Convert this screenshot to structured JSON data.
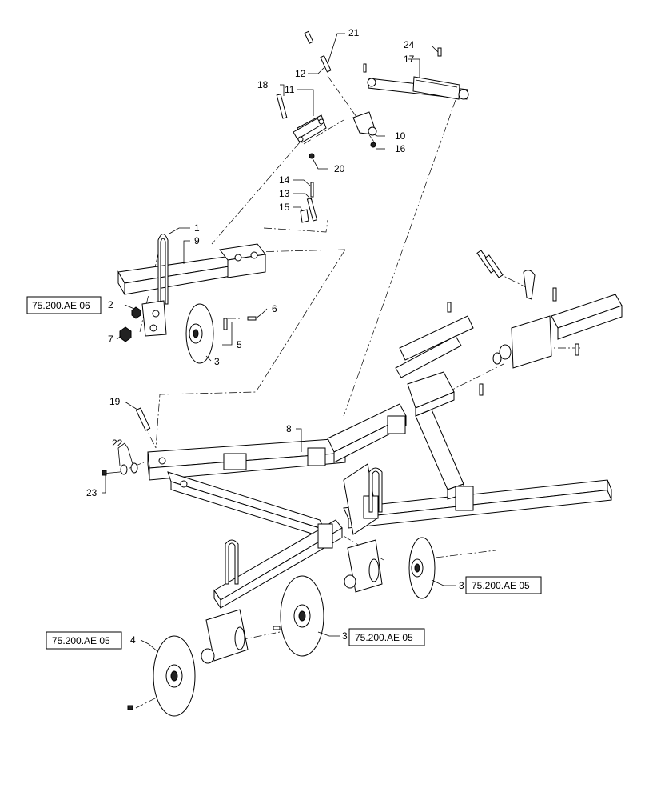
{
  "callouts": {
    "c1": "1",
    "c2": "2",
    "c3a": "3",
    "c3b": "3",
    "c3c": "3",
    "c4": "4",
    "c5": "5",
    "c6": "6",
    "c7": "7",
    "c8": "8",
    "c9": "9",
    "c10": "10",
    "c11": "11",
    "c12": "12",
    "c13": "13",
    "c14": "14",
    "c15": "15",
    "c16": "16",
    "c17": "17",
    "c18": "18",
    "c19": "19",
    "c20": "20",
    "c21": "21",
    "c22": "22",
    "c23": "23",
    "c24": "24"
  },
  "references": {
    "ref_left": "75.200.AE 06",
    "ref_right_disc": "75.200.AE 05",
    "ref_mid_disc": "75.200.AE 05",
    "ref_bottom_left": "75.200.AE 05"
  },
  "colors": {
    "line": "#000000",
    "background": "#ffffff"
  }
}
